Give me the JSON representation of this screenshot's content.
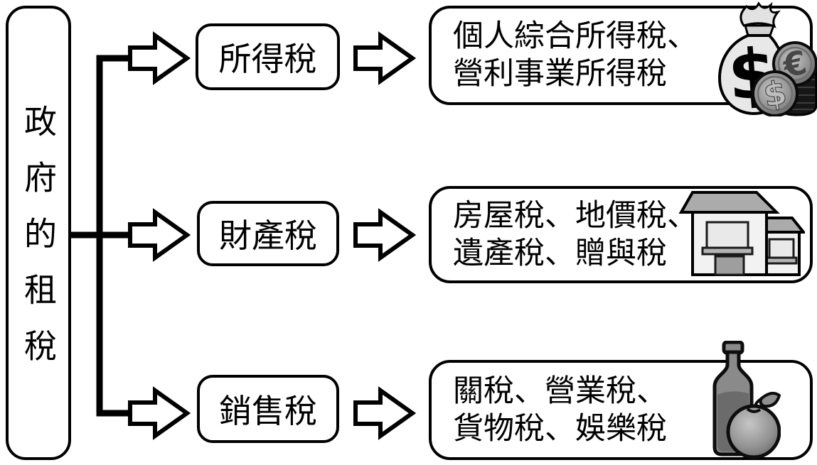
{
  "diagram": {
    "root_label": "政府的租稅",
    "branches": [
      {
        "category": "所得稅",
        "examples": [
          "個人綜合所得稅、",
          "營利事業所得稅"
        ],
        "icon": "money-bag-coins-icon"
      },
      {
        "category": "財產稅",
        "examples": [
          "房屋稅、地價稅、",
          "遺產稅、贈與稅"
        ],
        "icon": "houses-icon"
      },
      {
        "category": "銷售稅",
        "examples": [
          "關稅、營業稅、",
          "貨物稅、娛樂稅"
        ],
        "icon": "bottle-fruit-icon"
      }
    ],
    "icon_glyphs": {
      "bag_dollar": "$",
      "coin_euro": "€",
      "coin_dollar": "$"
    },
    "colors": {
      "outline": "#000000",
      "background": "#ffffff",
      "icon_gray_light": "#e8e8e8",
      "icon_gray_mid": "#ababab",
      "icon_gray_dark": "#6b6b6b",
      "coin_stack_dark": "#161616"
    }
  }
}
